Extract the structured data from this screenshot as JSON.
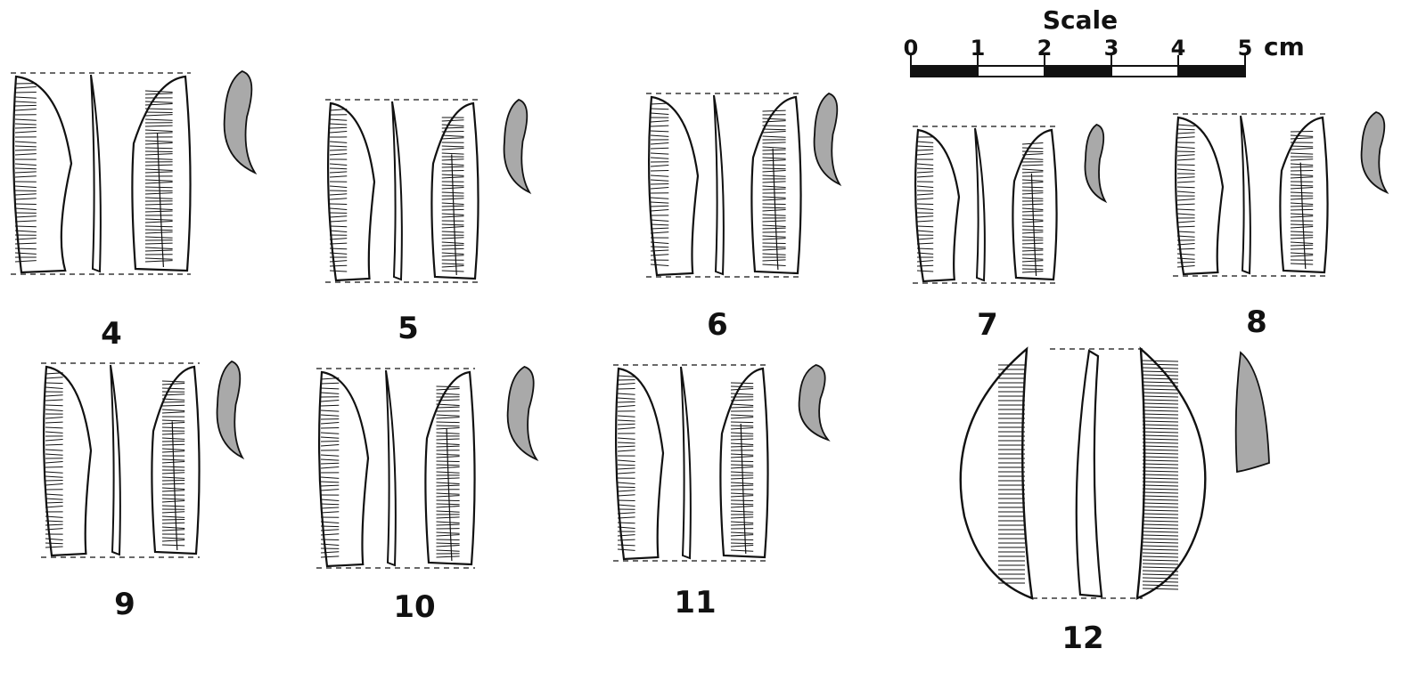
{
  "scale": {
    "title": "Scale",
    "ticks": [
      "0",
      "1",
      "2",
      "3",
      "4",
      "5"
    ],
    "unit": "cm"
  },
  "figures": [
    {
      "number": "4"
    },
    {
      "number": "5"
    },
    {
      "number": "6"
    },
    {
      "number": "7"
    },
    {
      "number": "8"
    },
    {
      "number": "9"
    },
    {
      "number": "10"
    },
    {
      "number": "11"
    },
    {
      "number": "12"
    }
  ],
  "colors": {
    "ink": "#111111",
    "section_fill": "#a9a9a9"
  }
}
